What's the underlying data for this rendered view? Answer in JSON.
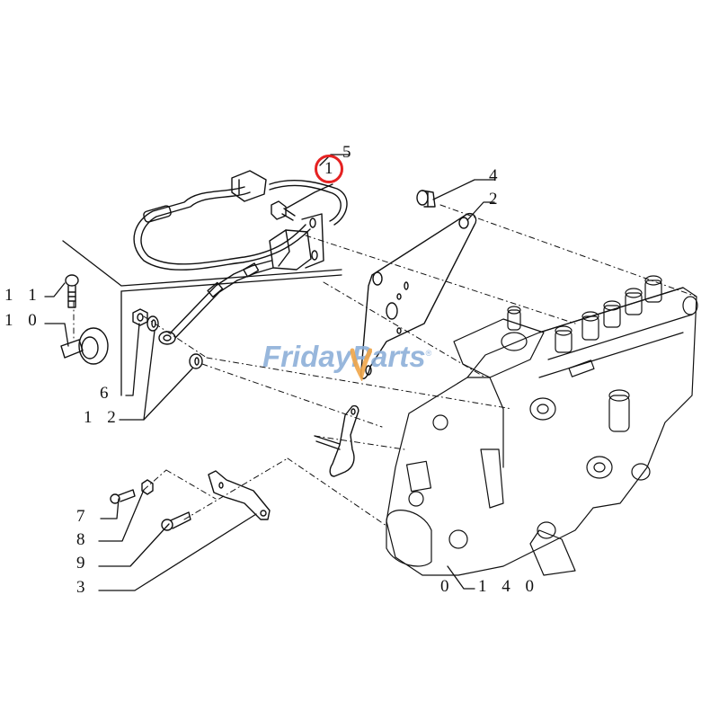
{
  "diagram": {
    "type": "exploded parts diagram",
    "subject": "fuel injection pump with sensor cable and brackets",
    "highlighted_part": "1",
    "highlight_color": "#e52222",
    "line_color": "#111111",
    "background": "#ffffff"
  },
  "callouts": [
    {
      "id": "5",
      "label": "5"
    },
    {
      "id": "1",
      "label": "1"
    },
    {
      "id": "4",
      "label": "4"
    },
    {
      "id": "2",
      "label": "2"
    },
    {
      "id": "11",
      "label": "1 1"
    },
    {
      "id": "10",
      "label": "1 0"
    },
    {
      "id": "6",
      "label": "6"
    },
    {
      "id": "12",
      "label": "1 2"
    },
    {
      "id": "7",
      "label": "7"
    },
    {
      "id": "8",
      "label": "8"
    },
    {
      "id": "9",
      "label": "9"
    },
    {
      "id": "3",
      "label": "3"
    },
    {
      "id": "0140",
      "label": "0",
      "label_b": "1 4 0"
    }
  ],
  "watermark": {
    "part_a": "Friday",
    "part_b": "Parts",
    "reg": "®",
    "color": "#8aaed8",
    "accent_color": "#f0a548"
  }
}
